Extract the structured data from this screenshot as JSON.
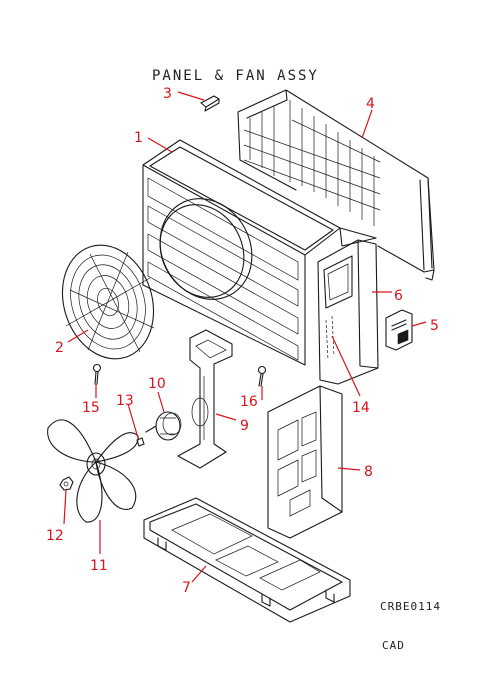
{
  "title": "PANEL & FAN ASSY",
  "drawing_code": "CRBE0114",
  "footer": "CAD",
  "callout_color": "#d8141c",
  "callouts": [
    "1",
    "2",
    "3",
    "4",
    "5",
    "6",
    "7",
    "8",
    "9",
    "10",
    "11",
    "12",
    "13",
    "14",
    "15",
    "16"
  ]
}
